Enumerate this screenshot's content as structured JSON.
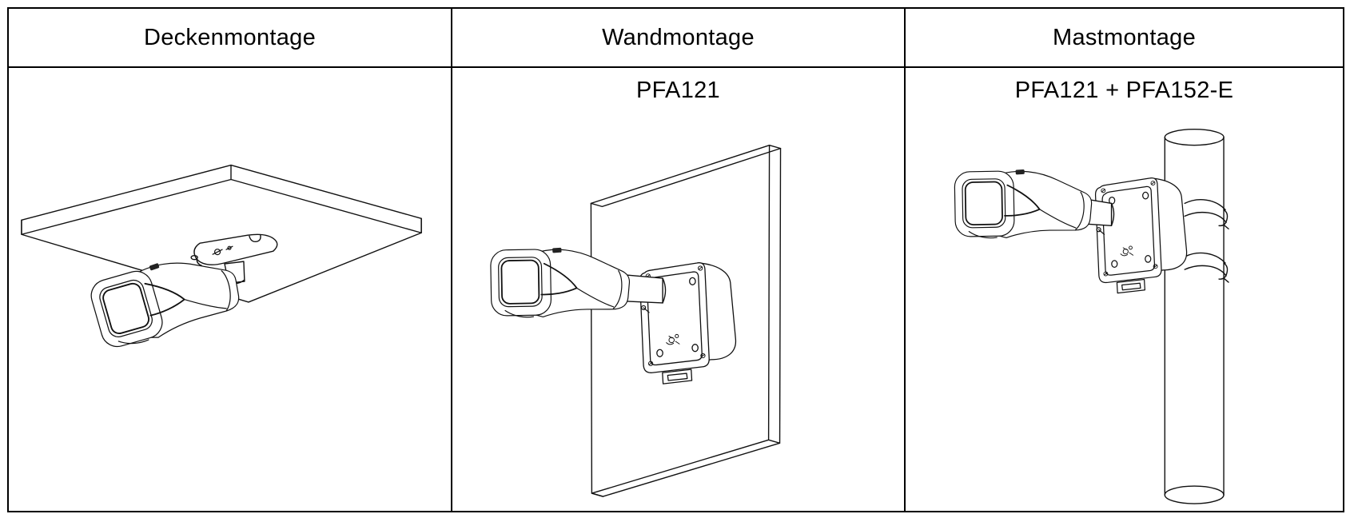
{
  "table": {
    "columns": [
      {
        "header": "Deckenmontage",
        "accessory": "",
        "illustration": "ceiling-mount-drawing"
      },
      {
        "header": "Wandmontage",
        "accessory": "PFA121",
        "illustration": "wall-mount-drawing"
      },
      {
        "header": "Mastmontage",
        "accessory": "PFA121 + PFA152-E",
        "illustration": "pole-mount-drawing"
      }
    ]
  },
  "colors": {
    "background": "#ffffff",
    "border": "#000000",
    "line": "#111111"
  }
}
